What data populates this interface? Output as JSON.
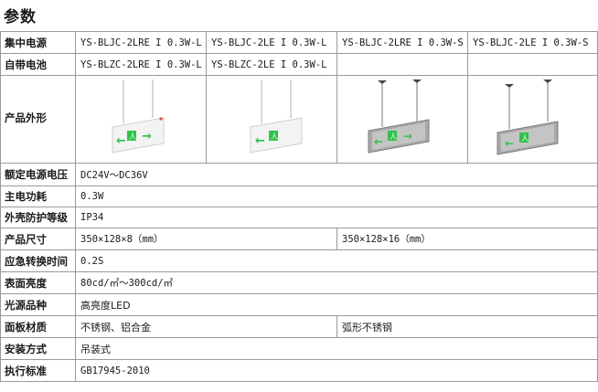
{
  "title": "参数",
  "rows": {
    "power_central": {
      "label": "集中电源",
      "models": [
        "YS-BLJC-2LRE I 0.3W-L",
        "YS-BLJC-2LE I 0.3W-L",
        "YS-BLJC-2LRE I 0.3W-S",
        "YS-BLJC-2LE I 0.3W-S"
      ]
    },
    "power_self": {
      "label": "自带电池",
      "models": [
        "YS-BLZC-2LRE I 0.3W-L",
        "YS-BLZC-2LE I 0.3W-L",
        "",
        ""
      ]
    },
    "appearance": {
      "label": "产品外形",
      "images": [
        {
          "icon": "exit-sign-left-right-arrows-white",
          "arrows": "both"
        },
        {
          "icon": "exit-sign-left-arrow-white",
          "arrows": "left"
        },
        {
          "icon": "exit-sign-left-right-arrows-steel",
          "arrows": "both"
        },
        {
          "icon": "exit-sign-left-arrow-steel",
          "arrows": "left"
        }
      ]
    },
    "voltage": {
      "label": "额定电源电压",
      "value": "DC24V～DC36V"
    },
    "power": {
      "label": "主电功耗",
      "value": "0.3W"
    },
    "ip": {
      "label": "外壳防护等级",
      "value": "IP34"
    },
    "size": {
      "label": "产品尺寸",
      "value_l": "350×128×8（mm）",
      "value_s": "350×128×16（mm）"
    },
    "switch_time": {
      "label": "应急转换时间",
      "value": "0.2S"
    },
    "brightness": {
      "label": "表面亮度",
      "value": "80cd/㎡～300cd/㎡"
    },
    "light_source": {
      "label": "光源品种",
      "value": "高亮度LED"
    },
    "panel": {
      "label": "面板材质",
      "value_l": "不锈钢、铝合金",
      "value_s": "弧形不锈钢"
    },
    "mounting": {
      "label": "安装方式",
      "value": "吊装式"
    },
    "standard": {
      "label": "执行标准",
      "value": "GB17945-2010"
    }
  },
  "colors": {
    "sign_green": "#2fc24a",
    "border": "#9a9a9a"
  }
}
